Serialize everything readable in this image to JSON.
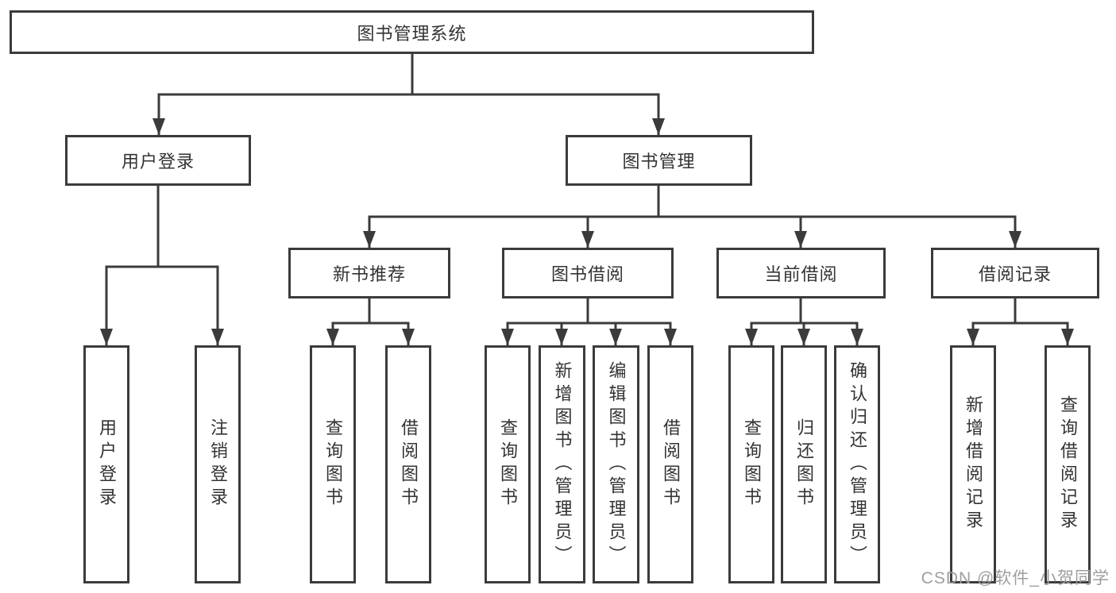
{
  "diagram": {
    "root": {
      "label": "图书管理系统",
      "children": [
        {
          "label": "用户登录",
          "children": [
            {
              "label": "用户登录"
            },
            {
              "label": "注销登录"
            }
          ]
        },
        {
          "label": "图书管理",
          "children": [
            {
              "label": "新书推荐",
              "children": [
                {
                  "label": "查询图书"
                },
                {
                  "label": "借阅图书"
                }
              ]
            },
            {
              "label": "图书借阅",
              "children": [
                {
                  "label": "查询图书"
                },
                {
                  "label": "新增图书（管理员）"
                },
                {
                  "label": "编辑图书（管理员）"
                },
                {
                  "label": "借阅图书"
                }
              ]
            },
            {
              "label": "当前借阅",
              "children": [
                {
                  "label": "查询图书"
                },
                {
                  "label": "归还图书"
                },
                {
                  "label": "确认归还（管理员）"
                }
              ]
            },
            {
              "label": "借阅记录",
              "children": [
                {
                  "label": "新增借阅记录"
                },
                {
                  "label": "查询借阅记录"
                }
              ]
            }
          ]
        }
      ]
    }
  },
  "watermark": {
    "text": "CSDN @软件_小贺同学"
  },
  "colors": {
    "line": "#3b3b3b",
    "text": "#333333",
    "watermark": "#9e9e9e",
    "bg": "#ffffff"
  }
}
